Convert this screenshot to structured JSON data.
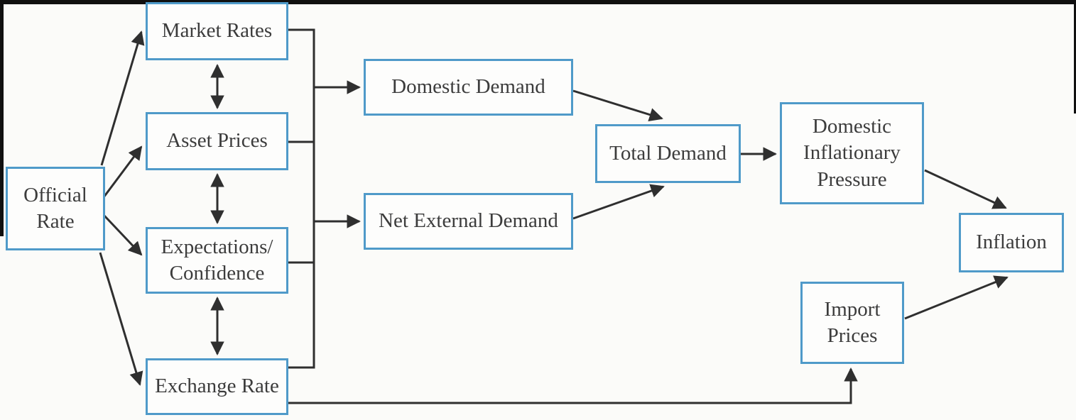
{
  "diagram": {
    "nodes": {
      "official_rate": {
        "label": "Official\nRate"
      },
      "market_rates": {
        "label": "Market Rates"
      },
      "asset_prices": {
        "label": "Asset Prices"
      },
      "expectations_confidence": {
        "label": "Expectations/\nConfidence"
      },
      "exchange_rate": {
        "label": "Exchange Rate"
      },
      "domestic_demand": {
        "label": "Domestic Demand"
      },
      "net_external_demand": {
        "label": "Net External Demand"
      },
      "total_demand": {
        "label": "Total Demand"
      },
      "domestic_inflationary_pressure": {
        "label": "Domestic\nInflationary\nPressure"
      },
      "import_prices": {
        "label": "Import\nPrices"
      },
      "inflation": {
        "label": "Inflation"
      }
    },
    "edges": [
      {
        "from": "official_rate",
        "to": "market_rates",
        "style": "arrow"
      },
      {
        "from": "official_rate",
        "to": "asset_prices",
        "style": "arrow"
      },
      {
        "from": "official_rate",
        "to": "expectations_confidence",
        "style": "arrow"
      },
      {
        "from": "official_rate",
        "to": "exchange_rate",
        "style": "arrow"
      },
      {
        "from": "market_rates",
        "to": "asset_prices",
        "style": "double-arrow"
      },
      {
        "from": "asset_prices",
        "to": "expectations_confidence",
        "style": "double-arrow"
      },
      {
        "from": "expectations_confidence",
        "to": "exchange_rate",
        "style": "double-arrow"
      },
      {
        "from": "market_rates",
        "to": "trunk",
        "style": "connector"
      },
      {
        "from": "asset_prices",
        "to": "trunk",
        "style": "connector"
      },
      {
        "from": "expectations_confidence",
        "to": "trunk",
        "style": "connector"
      },
      {
        "from": "exchange_rate",
        "to": "trunk",
        "style": "connector"
      },
      {
        "from": "trunk",
        "to": "domestic_demand",
        "style": "arrow"
      },
      {
        "from": "trunk",
        "to": "net_external_demand",
        "style": "arrow"
      },
      {
        "from": "domestic_demand",
        "to": "total_demand",
        "style": "arrow"
      },
      {
        "from": "net_external_demand",
        "to": "total_demand",
        "style": "arrow"
      },
      {
        "from": "total_demand",
        "to": "domestic_inflationary_pressure",
        "style": "arrow"
      },
      {
        "from": "domestic_inflationary_pressure",
        "to": "inflation",
        "style": "arrow"
      },
      {
        "from": "exchange_rate",
        "to": "import_prices",
        "style": "arrow-elbow"
      },
      {
        "from": "import_prices",
        "to": "inflation",
        "style": "arrow"
      }
    ],
    "colors": {
      "box_border": "#4f9ac9",
      "box_fill": "#fdfdfc",
      "text": "#3c3c3c",
      "arrow": "#2f2f2f",
      "frame": "#101010",
      "background": "#fbfbf9"
    }
  }
}
